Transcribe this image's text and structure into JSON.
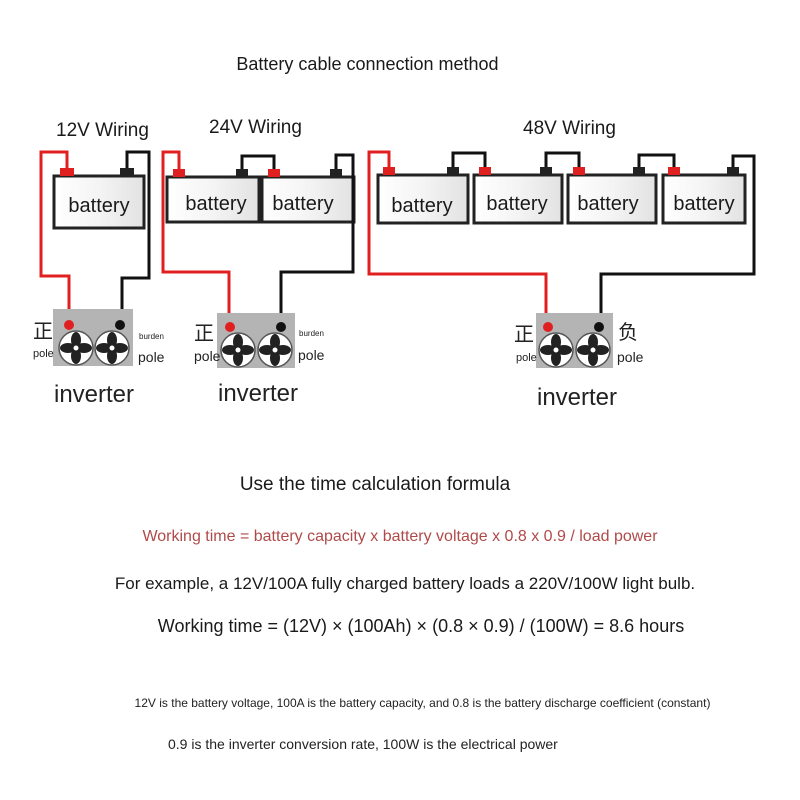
{
  "title": "Battery cable connection method",
  "wiring": {
    "w12": "12V Wiring",
    "w24": "24V Wiring",
    "w48": "48V Wiring"
  },
  "battery_label": "battery",
  "inverter_label": "inverter",
  "pole": {
    "positive_cjk": "正",
    "negative_cjk": "负",
    "pole": "pole",
    "burden": "burden"
  },
  "colors": {
    "positive_wire": "#e02020",
    "negative_wire": "#111111",
    "formula_text": "#b04a4a",
    "inverter_body": "#b4b4b4"
  },
  "formula_section": {
    "heading": "Use the time calculation formula",
    "formula": "Working time = battery capacity x battery voltage x 0.8 x 0.9 / load power",
    "example": "For example, a 12V/100A fully charged battery loads a 220V/100W light bulb.",
    "calculation": "Working time = (12V) × (100Ah) × (0.8 × 0.9) / (100W) = 8.6 hours",
    "note1": "12V is the battery voltage, 100A is the battery capacity, and 0.8 is the battery discharge coefficient (constant)",
    "note2": "0.9 is the inverter conversion rate, 100W is the electrical power"
  }
}
